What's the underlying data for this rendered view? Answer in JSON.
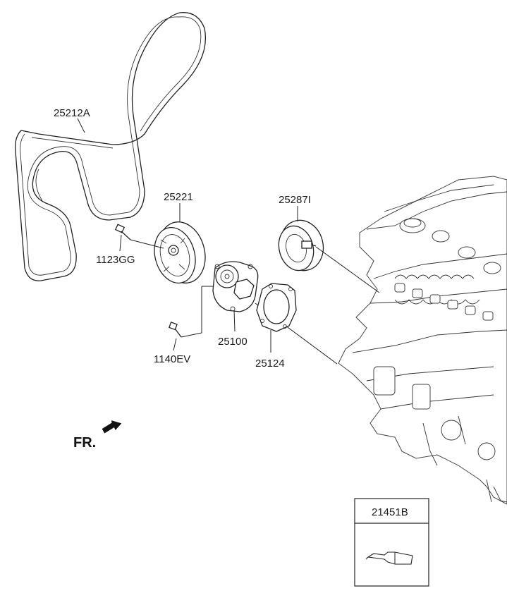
{
  "parts": [
    {
      "id": "belt",
      "label": "25212A"
    },
    {
      "id": "idler-pulley",
      "label": "25221"
    },
    {
      "id": "tensioner-pulley",
      "label": "25287I"
    },
    {
      "id": "bolt-idler",
      "label": "1123GG"
    },
    {
      "id": "water-pump",
      "label": "25100"
    },
    {
      "id": "bolt-pump",
      "label": "1140EV"
    },
    {
      "id": "gasket",
      "label": "25124"
    }
  ],
  "direction": {
    "label": "FR."
  },
  "inset": {
    "label": "21451B"
  },
  "icons": [
    "arrow-front-icon",
    "sealant-tube-icon"
  ],
  "colors": {
    "line": "#222222",
    "background": "#ffffff"
  }
}
